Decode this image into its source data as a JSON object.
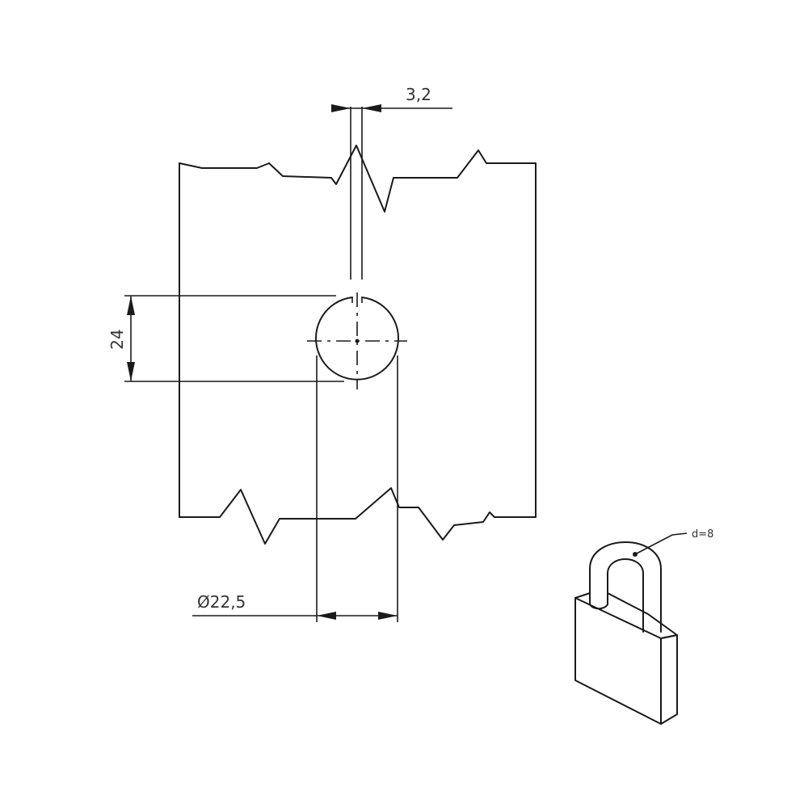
{
  "drawing": {
    "dimensions": {
      "slot_width": "3,2",
      "hole_height": "24",
      "hole_diameter": "Ø22,5"
    },
    "padlock": {
      "shackle_label": "d=8",
      "icon": "padlock-icon"
    },
    "colors": {
      "line": "#1a1a1a",
      "text": "#333333",
      "background": "#ffffff"
    }
  }
}
